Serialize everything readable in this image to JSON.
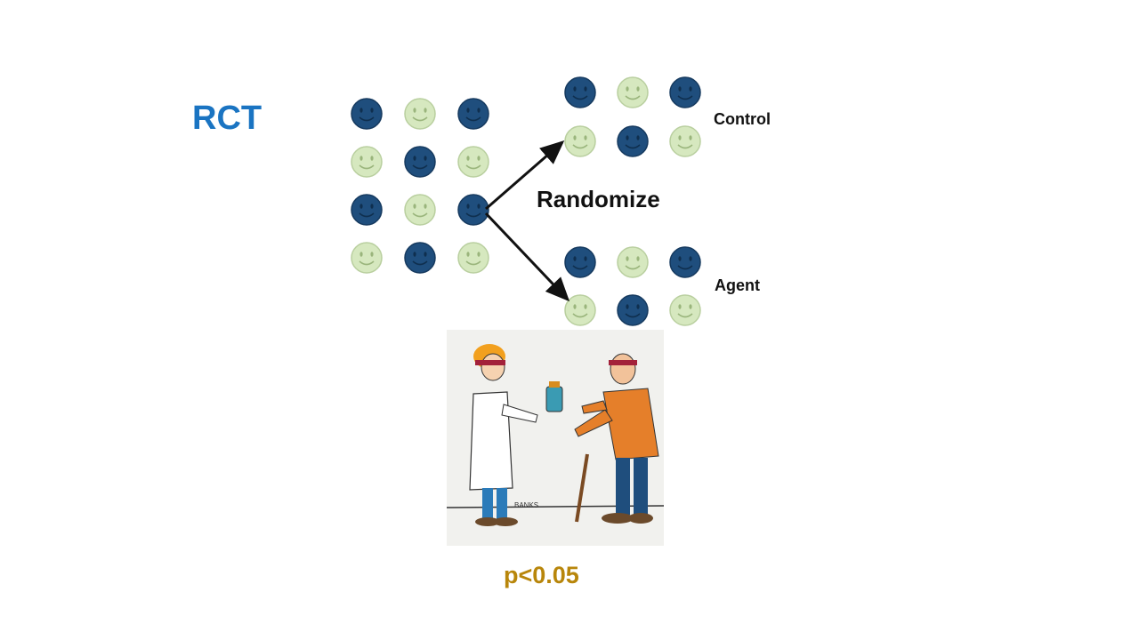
{
  "slide": {
    "title": "RCT",
    "p_value_label": "p<0.05"
  },
  "diagram": {
    "randomize_label": "Randomize",
    "control_label": "Control",
    "agent_label": "Agent",
    "colors": {
      "dark": "#1f4e7d",
      "light": "#d6e8bf",
      "arrow": "#111111"
    },
    "population": [
      [
        "dark",
        "light",
        "dark"
      ],
      [
        "light",
        "dark",
        "light"
      ],
      [
        "dark",
        "light",
        "dark"
      ],
      [
        "light",
        "dark",
        "light"
      ]
    ],
    "control_group": [
      [
        "dark",
        "light",
        "dark"
      ],
      [
        "light",
        "dark",
        "light"
      ]
    ],
    "agent_group": [
      [
        "dark",
        "light",
        "dark"
      ],
      [
        "light",
        "dark",
        "light"
      ]
    ]
  },
  "illustration": {
    "description_icon": "blindfolded-doctor-patient-cartoon-icon",
    "signature": "BANKS"
  }
}
